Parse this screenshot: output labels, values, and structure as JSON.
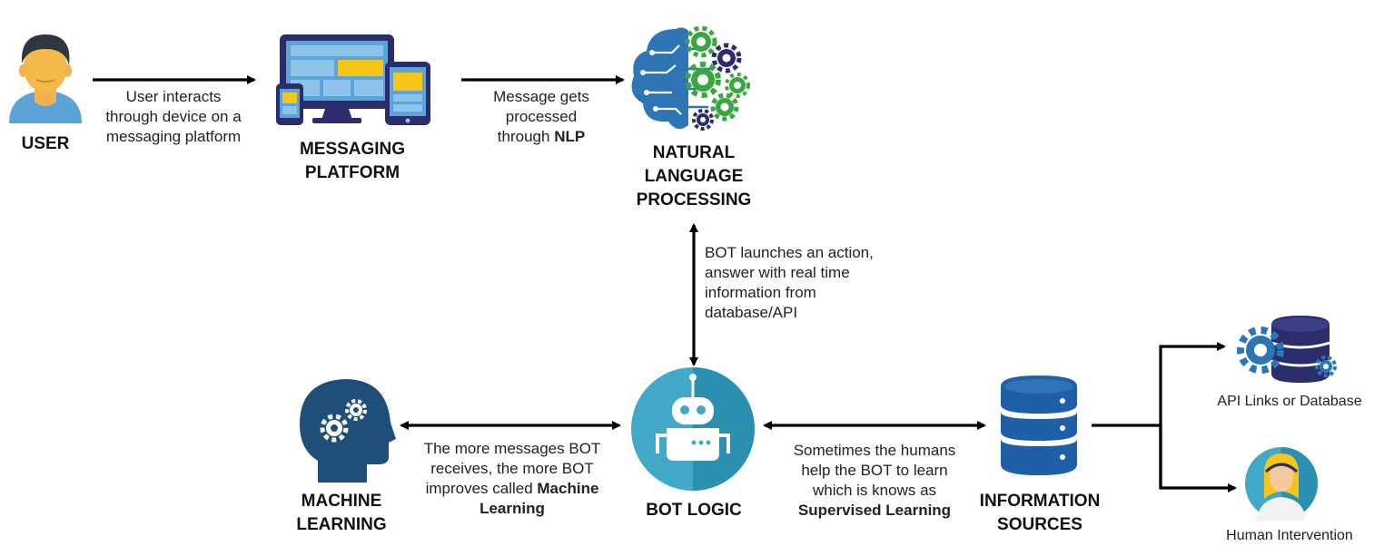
{
  "nodes": {
    "user": {
      "title": "USER"
    },
    "messaging": {
      "title_line1": "MESSAGING",
      "title_line2": "PLATFORM"
    },
    "nlp": {
      "title_line1": "NATURAL",
      "title_line2": "LANGUAGE",
      "title_line3": "PROCESSING"
    },
    "ml": {
      "title_line1": "MACHINE",
      "title_line2": "LEARNING"
    },
    "bot": {
      "title": "BOT LOGIC"
    },
    "info": {
      "title_line1": "INFORMATION",
      "title_line2": "SOURCES"
    },
    "api": {
      "label": "API Links or Database"
    },
    "human": {
      "label": "Human Intervention"
    }
  },
  "edges": {
    "user_to_platform": {
      "line1": "User interacts",
      "line2": "through device on a",
      "line3": "messaging platform"
    },
    "platform_to_nlp": {
      "line1": "Message gets",
      "line2": "processed",
      "line3_prefix": "through ",
      "line3_bold": "NLP"
    },
    "nlp_bot": {
      "line1": "BOT launches an action,",
      "line2": "answer with real time",
      "line3": "information from",
      "line4": "database/API"
    },
    "ml_bot": {
      "line1": "The more messages BOT",
      "line2": "receives, the more BOT",
      "line3_prefix": "improves called ",
      "line3_bold": "Machine",
      "line4_bold": "Learning"
    },
    "bot_info": {
      "line1": "Sometimes the humans",
      "line2": "help the BOT to learn",
      "line3": "which is knows as",
      "line4_bold": "Supervised Learning"
    }
  },
  "colors": {
    "arrow": "#000000",
    "blue_dark": "#1f4e79",
    "blue_mid": "#2e75b6",
    "blue_light": "#5ba3d9",
    "teal": "#41a8c8",
    "green": "#3aa63f",
    "yellow": "#f5c518",
    "navy": "#2b2c6b"
  }
}
